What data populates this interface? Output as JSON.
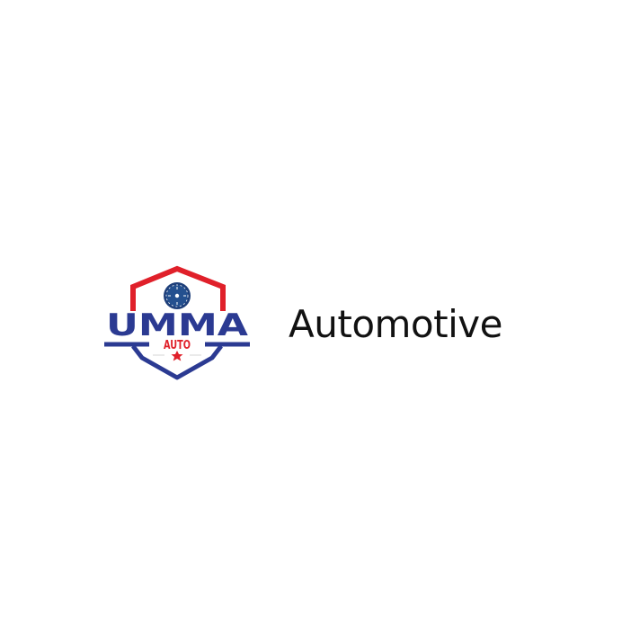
{
  "logo": {
    "brand_name": "UMMA",
    "sub_name": "AUTO",
    "icons": [
      "shield-icon",
      "wheel-icon",
      "star-icon",
      "roof-icon"
    ],
    "colors": {
      "red": "#e0202a",
      "blue": "#2b3a92",
      "dark_blue": "#1e3f7a",
      "white": "#ffffff"
    }
  },
  "tagline": {
    "text": "Automotive",
    "color": "#111111"
  }
}
